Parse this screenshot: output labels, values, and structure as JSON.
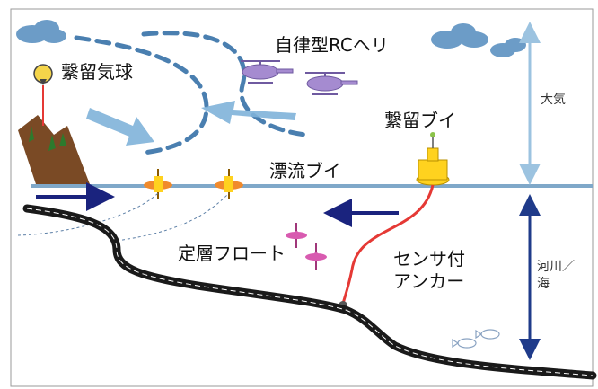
{
  "labels": {
    "moored_balloon": "繋留気球",
    "autonomous_heli": "自律型RCヘリ",
    "moored_buoy": "繋留ブイ",
    "drifting_buoy": "漂流ブイ",
    "fixed_depth_float": "定層フロート",
    "sensor_anchor": "センサ付\nアンカー",
    "atmosphere": "大気",
    "river_sea": "河川／\n海"
  },
  "colors": {
    "water_line": "#7fa8c9",
    "sky_arrow": "#7fb3d9",
    "wind_dash": "#4a7fb0",
    "current_arrow": "#1a237e",
    "tether": "#e53935",
    "seabed": "#1a1a1a",
    "cloud": "#6c9cc7",
    "heli": "#a58bd0",
    "float": "#d85bb0",
    "buoy_yellow": "#ffd21f",
    "buoy_orange": "#f08a2c",
    "divider_arrow_sky": "#9cc3e0",
    "divider_arrow_sea": "#1f3b8a"
  }
}
